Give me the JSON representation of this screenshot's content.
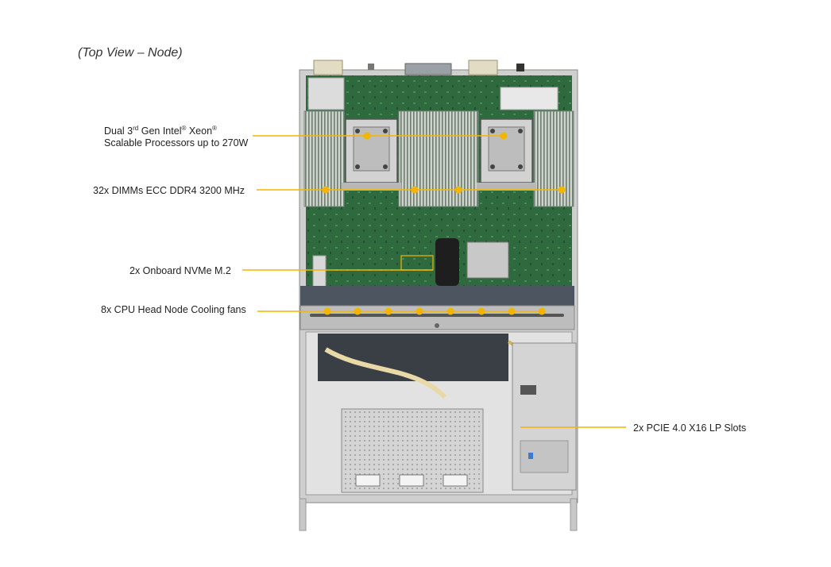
{
  "title": "(Top View – Node)",
  "callouts": {
    "cpu": {
      "line1_pre": "Dual 3",
      "line1_sup1": "rd",
      "line1_mid": " Gen Intel",
      "line1_sup2": "®",
      "line1_mid2": " Xeon",
      "line1_sup3": "®",
      "line2": "Scalable Processors up to 270W"
    },
    "dimm": "32x DIMMs ECC DDR4 3200 MHz",
    "nvme": "2x Onboard NVMe  M.2",
    "fans": "8x CPU Head Node Cooling fans",
    "pcie": "2x PCIE 4.0 X16 LP Slots"
  },
  "colors": {
    "callout": "#f2b600",
    "pcb": "#2f6a3e",
    "chassis": "#c9c9c9",
    "dimm": "#d8dcd8"
  }
}
